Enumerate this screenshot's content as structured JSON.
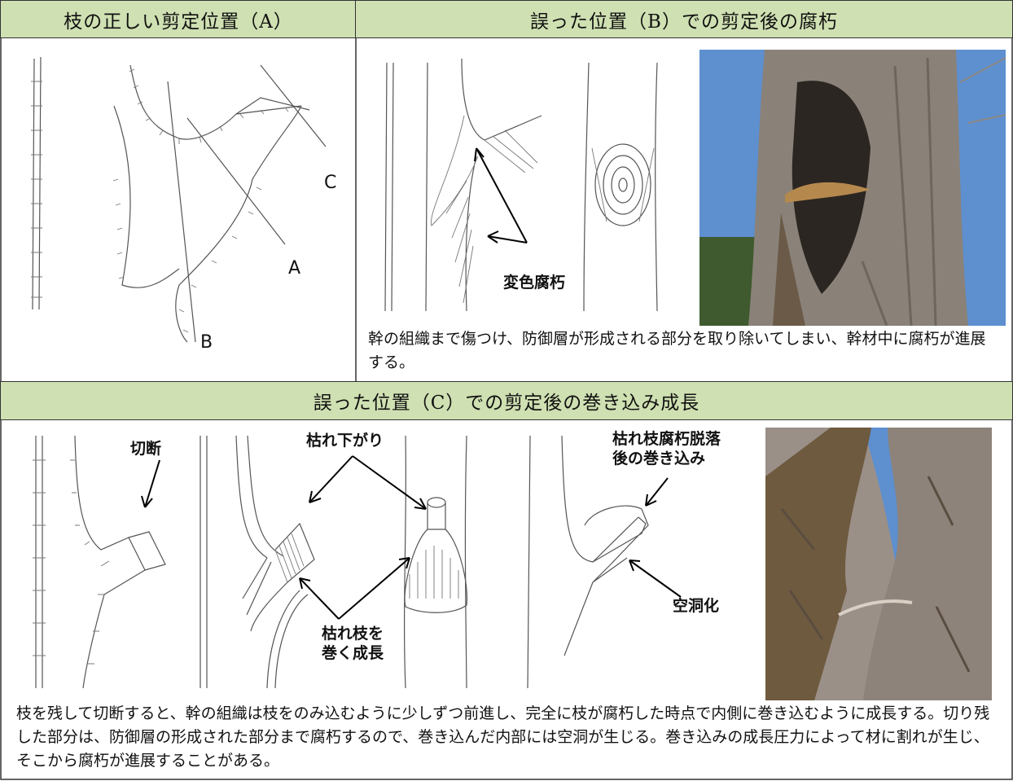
{
  "headers": {
    "a": "枝の正しい剪定位置（A）",
    "b": "誤った位置（B）での剪定後の腐朽",
    "c": "誤った位置（C）での剪定後の巻き込み成長"
  },
  "section_a": {
    "label_c": "C",
    "label_a": "A",
    "label_b": "B"
  },
  "section_b": {
    "label_decay": "変色腐朽",
    "caption": "幹の組織まで傷つけ、防御層が形成される部分を取り除いてしまい、幹材中に腐朽が進展する。"
  },
  "section_c": {
    "label_cut": "切断",
    "label_dieback": "枯れ下がり",
    "label_grow_1": "枯れ枝を",
    "label_grow_2": "巻く成長",
    "label_fall_1": "枯れ枝腐朽脱落",
    "label_fall_2": "後の巻き込み",
    "label_hollow": "空洞化",
    "caption": "枝を残して切断すると、幹の組織は枝をのみ込むように少しずつ前進し、完全に枝が腐朽した時点で内側に巻き込むように成長する。切り残した部分は、防御層の形成された部分まで腐朽するので、巻き込んだ内部には空洞が生じる。巻き込みの成長圧力によって材に割れが生じ、そこから腐朽が進展することがある。"
  },
  "colors": {
    "header_bg": "#cfe0b2",
    "border": "#333333",
    "sky": "#5e8fcf"
  }
}
